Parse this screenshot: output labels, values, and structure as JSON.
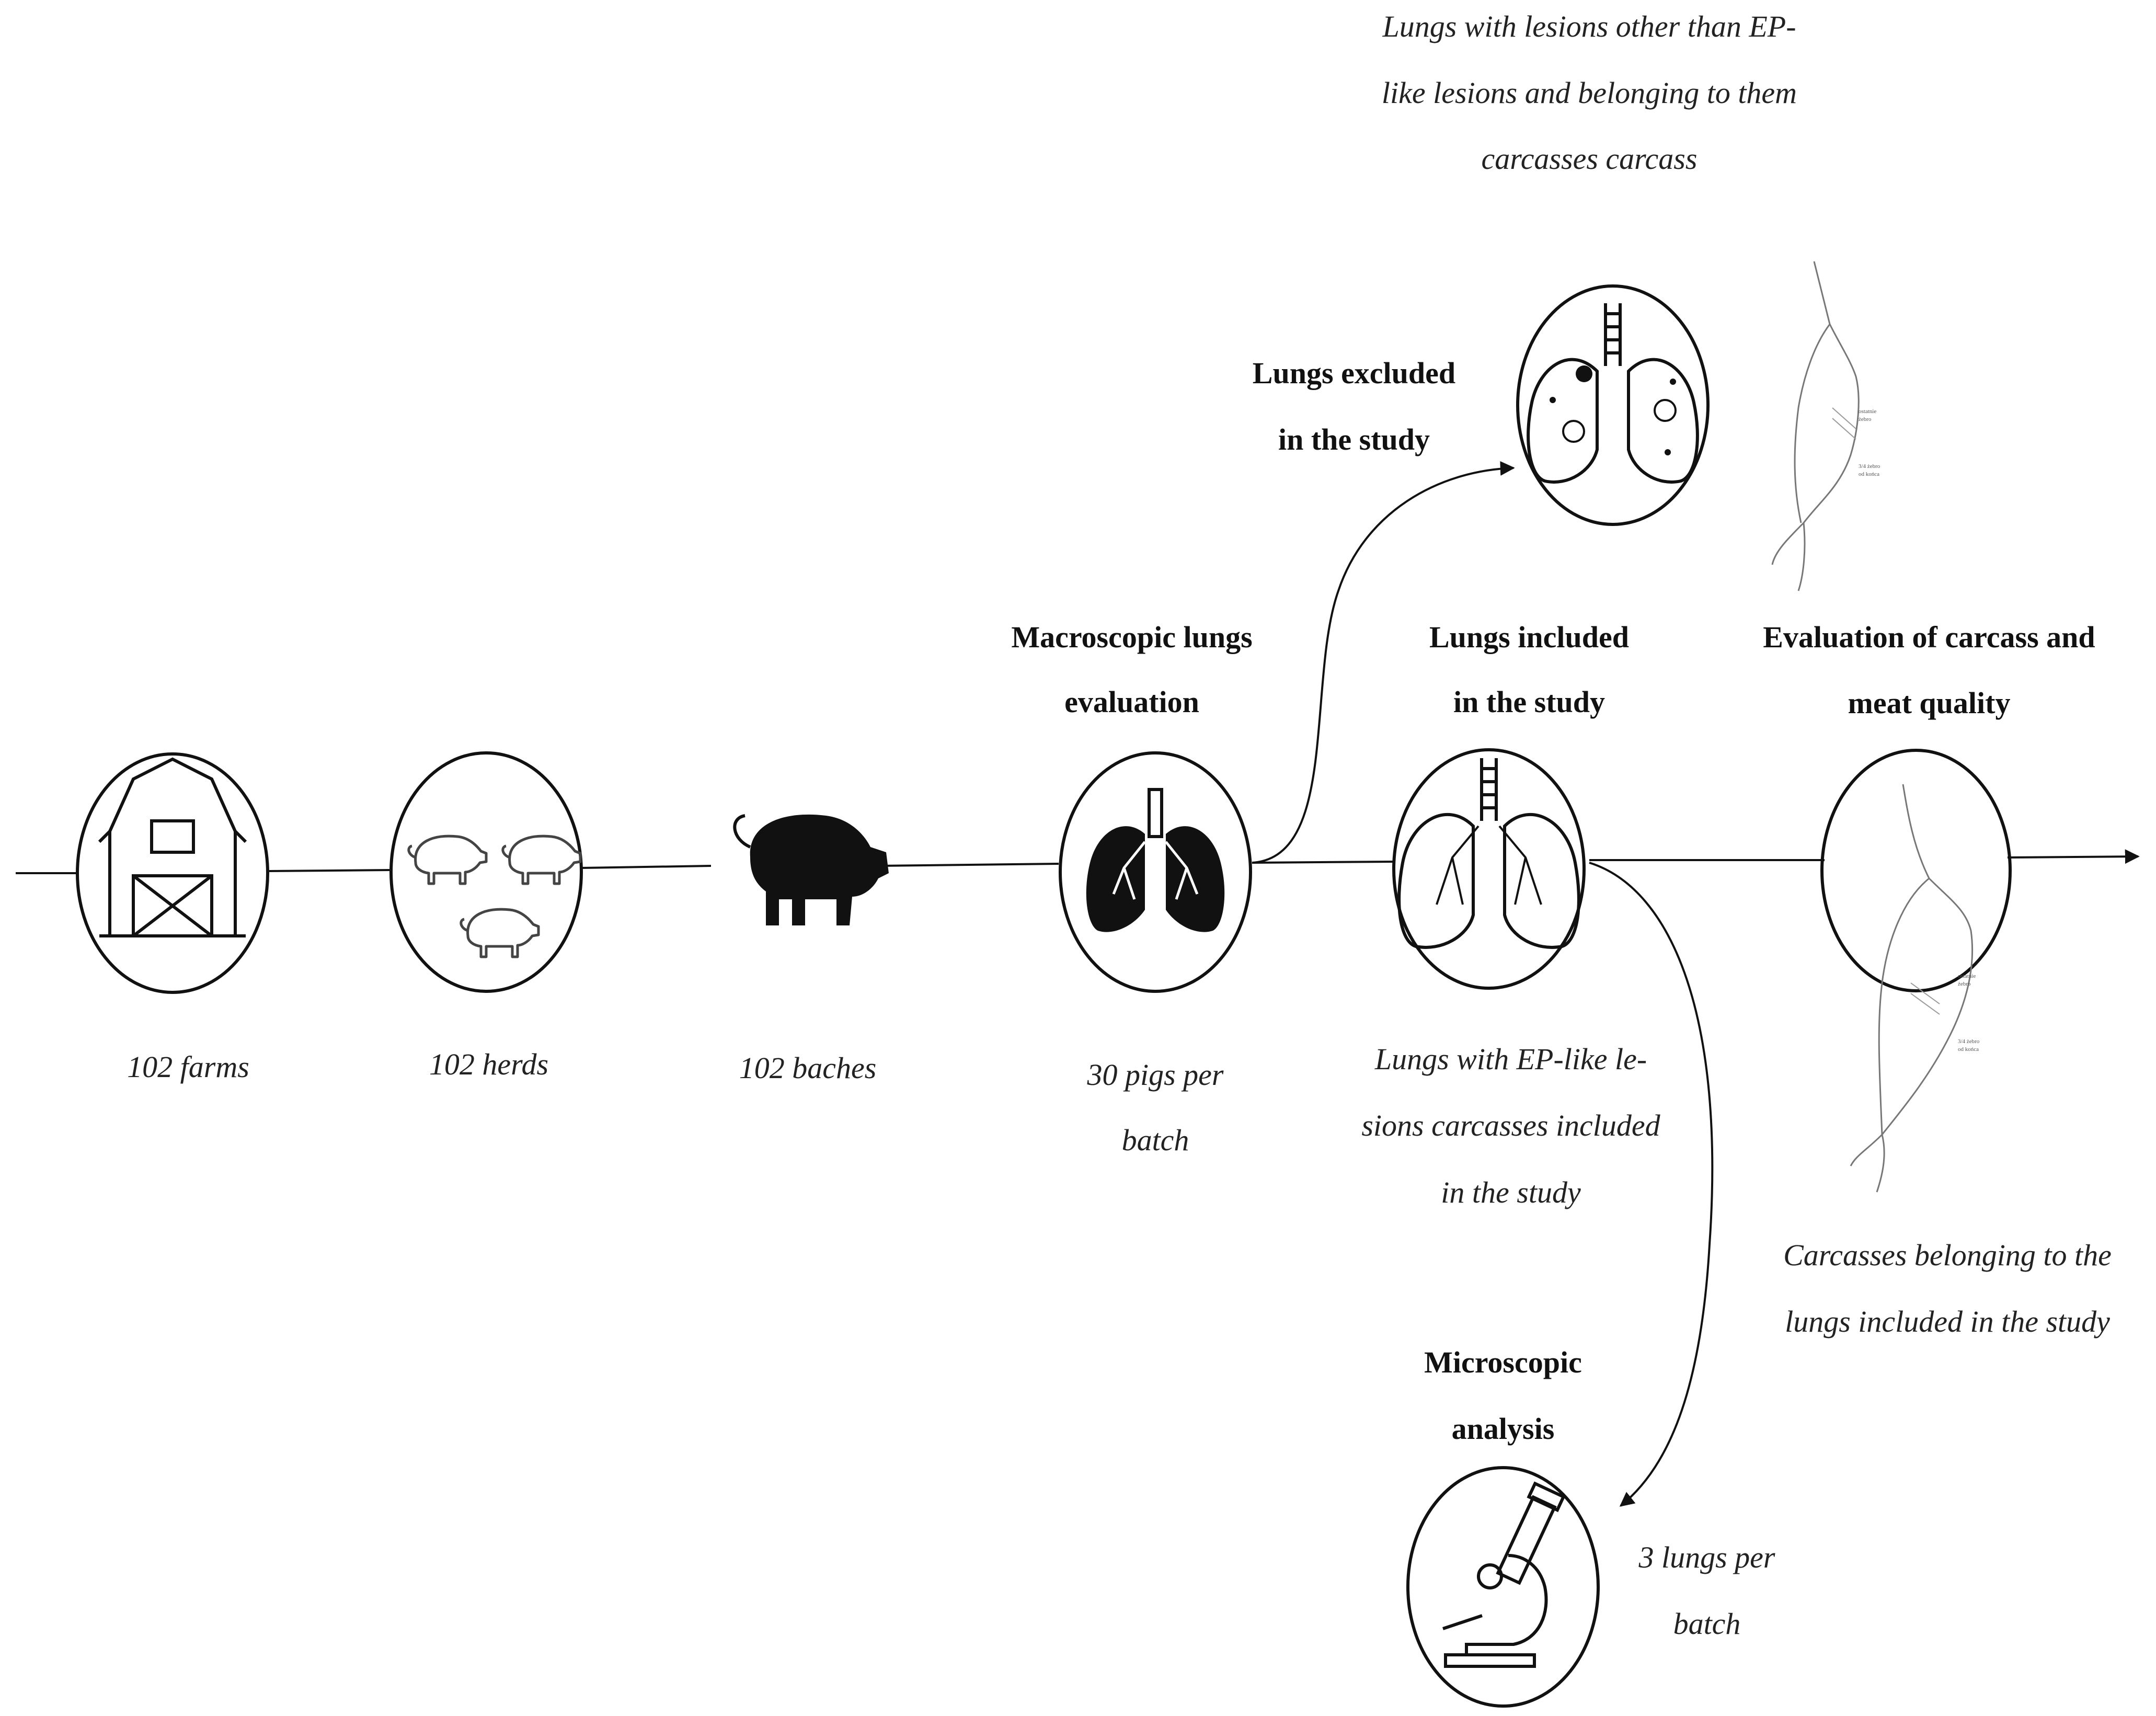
{
  "stages": [
    {
      "id": "farms",
      "caption": "102 farms"
    },
    {
      "id": "herds",
      "caption": "102 herds"
    },
    {
      "id": "batches",
      "caption": "102 baches"
    },
    {
      "id": "macroscopic",
      "title_lines": [
        "Macroscopic lungs",
        "evaluation"
      ],
      "caption_lines": [
        "30 pigs per",
        "batch"
      ]
    },
    {
      "id": "included",
      "title_lines": [
        "Lungs included",
        "in the study"
      ],
      "caption_lines": [
        "Lungs with EP-like le-",
        "sions carcasses included",
        "in the study"
      ]
    },
    {
      "id": "excluded",
      "title_lines": [
        "Lungs excluded",
        "in the study"
      ],
      "caption_lines": [
        "Lungs with lesions other than EP-",
        "like lesions and belonging to them",
        "carcasses carcass"
      ]
    },
    {
      "id": "carcass",
      "title_lines": [
        "Evaluation of carcass and",
        "meat quality"
      ],
      "caption_lines": [
        "Carcasses belonging to the",
        "lungs included in the study"
      ]
    },
    {
      "id": "microscopic",
      "title_lines": [
        "Microscopic",
        "analysis"
      ],
      "caption_lines": [
        "3 lungs per",
        "batch"
      ]
    }
  ],
  "carcass_labels": [
    "ostatnie",
    "żebro",
    "3/4 żebro",
    "od końca"
  ],
  "icons": {
    "farms": "barn-icon",
    "herds": "pig-herd-icon",
    "batches": "pig-silhouette-icon",
    "macroscopic": "lungs-icon",
    "included": "lungs-outline-icon",
    "excluded": "diseased-lungs-icon",
    "carcass": "pig-carcass-icon",
    "microscopic": "microscope-icon"
  }
}
